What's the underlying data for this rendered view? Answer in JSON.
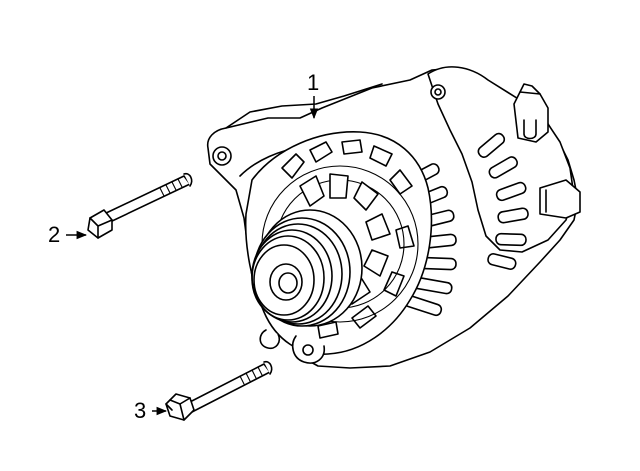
{
  "diagram": {
    "callouts": [
      {
        "id": "1",
        "label": "1",
        "part": "alternator"
      },
      {
        "id": "2",
        "label": "2",
        "part": "bolt"
      },
      {
        "id": "3",
        "label": "3",
        "part": "bolt"
      }
    ],
    "colors": {
      "line": "#000000",
      "background": "#ffffff"
    }
  }
}
